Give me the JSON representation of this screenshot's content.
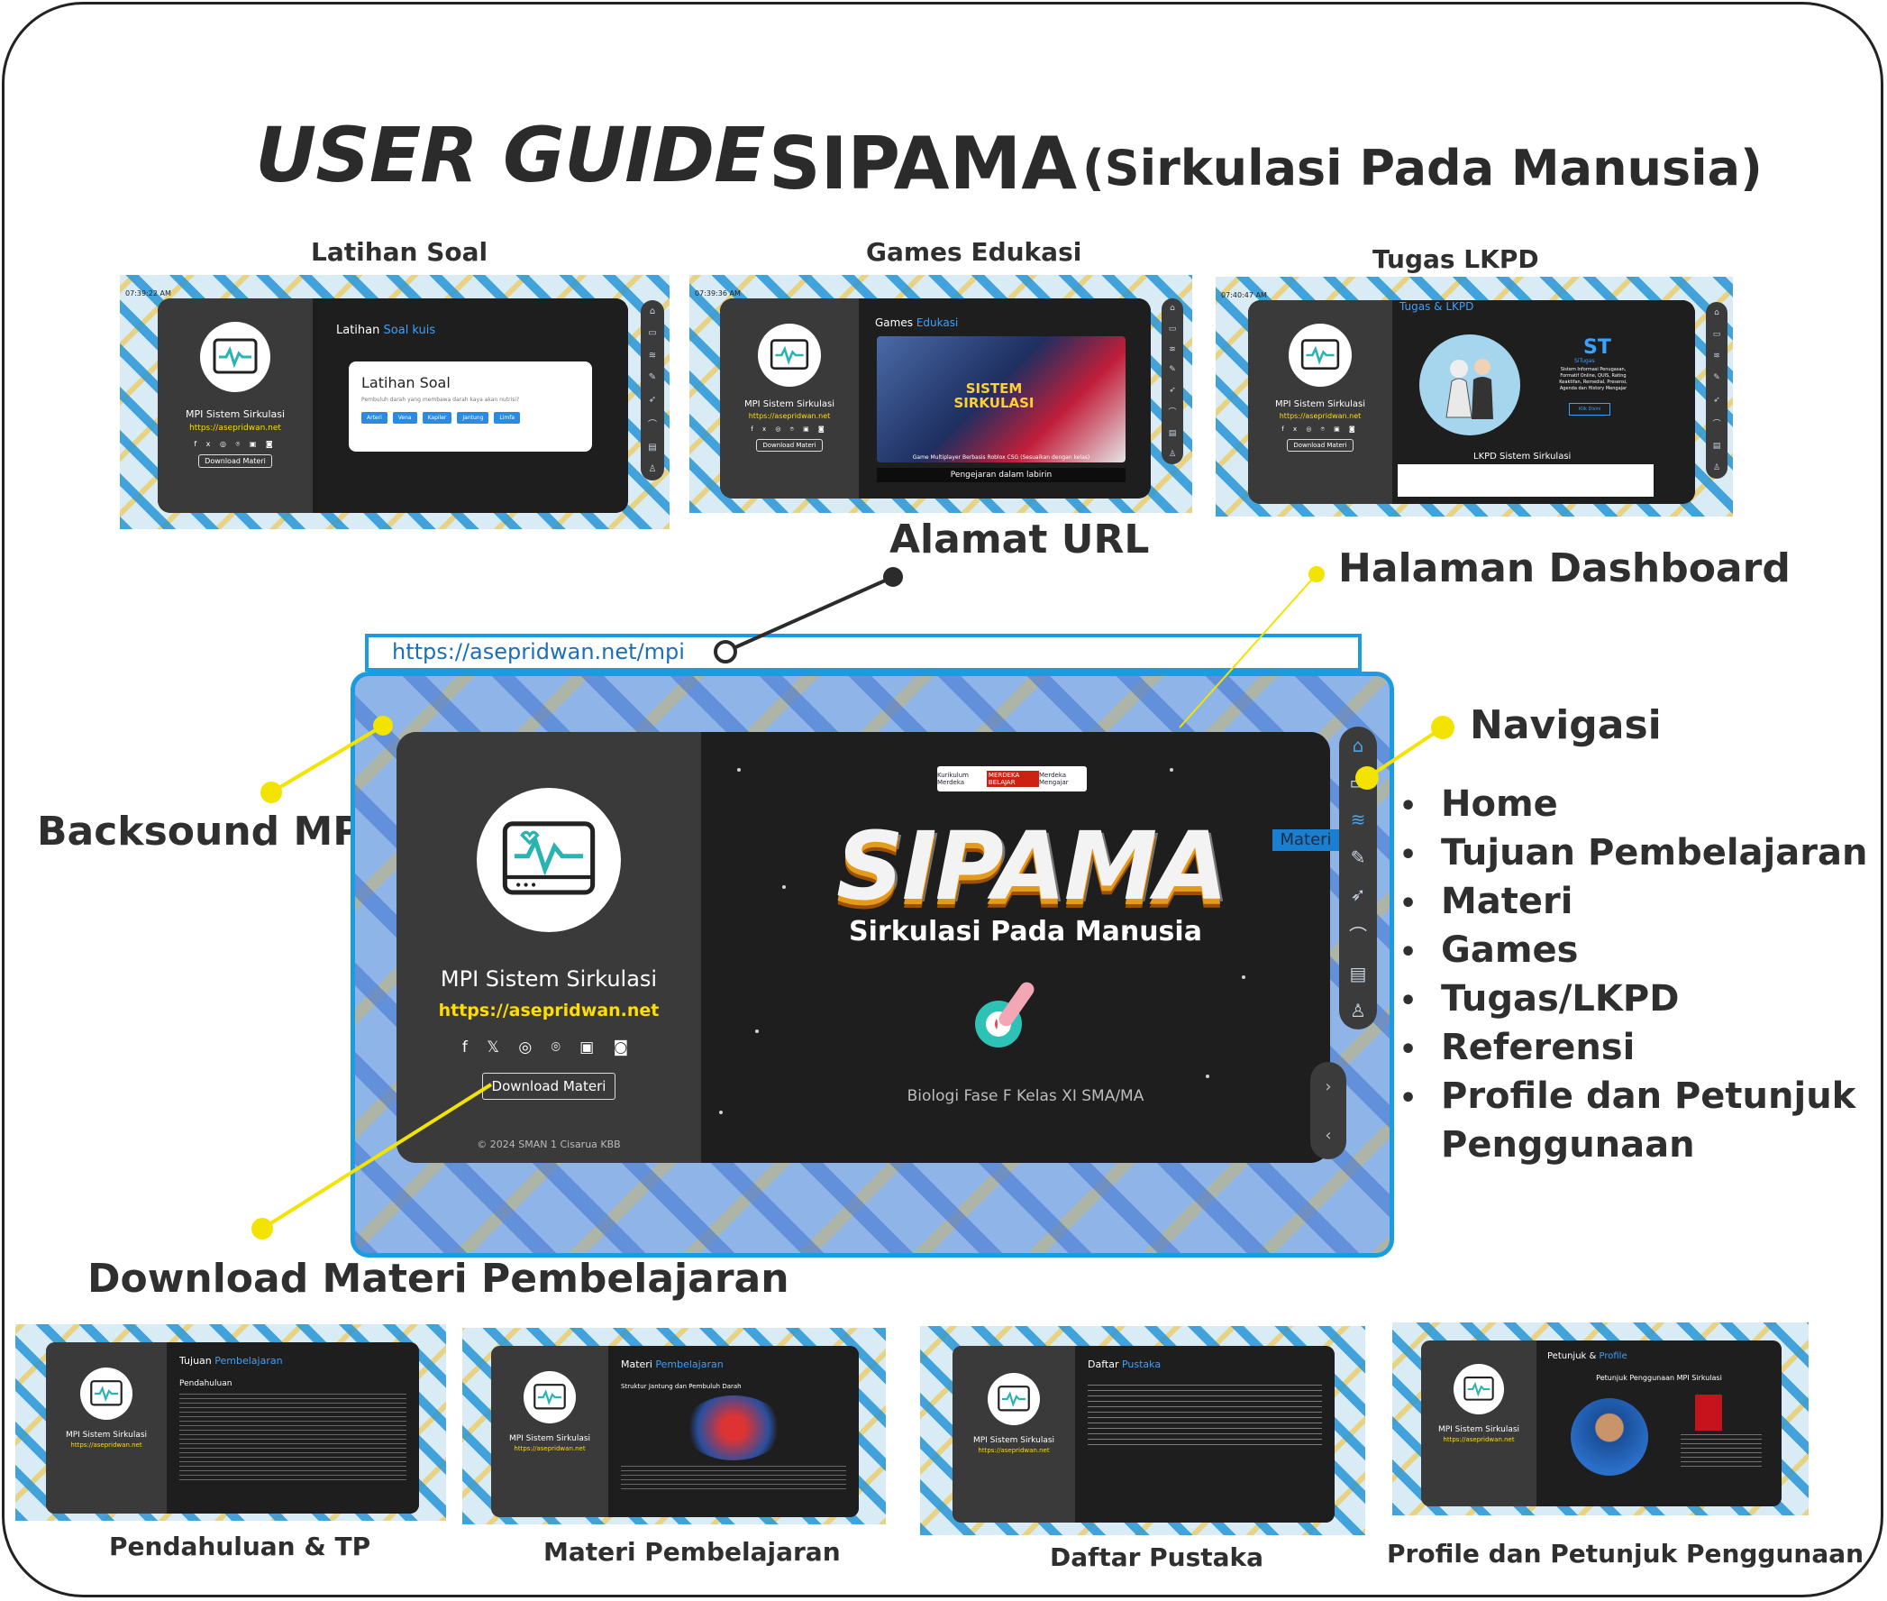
{
  "title": {
    "part1": "USER GUIDE",
    "part2": "SIPAMA",
    "part3": "(Sirkulasi Pada Manusia)"
  },
  "colors": {
    "accent": "#ffdd00",
    "frame_blue": "#1b9be0",
    "dark": "#1e1e1e",
    "pointer_yellow": "#f2e300"
  },
  "top_screens": [
    {
      "caption": "Latihan Soal",
      "time": "07:39:22 AM",
      "heading": "Latihan",
      "heading_hl": "Soal kuis",
      "card_title": "Latihan Soal",
      "card_text": "Pembuluh darah yang membawa darah kaya akan nutrisi?",
      "options": [
        "Arteri",
        "Vena",
        "Kapiler",
        "Jantung",
        "Limfa"
      ]
    },
    {
      "caption": "Games Edukasi",
      "time": "07:39:36 AM",
      "heading": "Games",
      "heading_hl": "Edukasi",
      "game_title": "SISTEM SIRKULASI",
      "game_text": "Game Multiplayer Berbasis Roblox CSG (Sesuaikan dengan kelas)",
      "game_bar": "Pengejaran dalam labirin"
    },
    {
      "caption": "Tugas LKPD",
      "time": "07:40:47 AM",
      "heading": "Tugas & LKPD",
      "brand": "SiTugas",
      "desc": "Sistem Informasi Penugasan, Formatif Online, QUIS, Rating Keaktifan, Remedial, Presensi, Agenda dan History Mengajar",
      "btn": "Klik Disini",
      "caption2": "LKPD Sistem Sirkulasi"
    }
  ],
  "annotations": {
    "url_label": "Alamat URL",
    "url": "https://asepridwan.net/mpi",
    "dashboard": "Halaman Dashboard",
    "backsound": "Backsound MPI",
    "download": "Download Materi Pembelajaran",
    "nav_title": "Navigasi"
  },
  "nav_items": [
    "Home",
    "Tujuan Pembelajaran",
    "Materi",
    "Games",
    "Tugas/LKPD",
    "Referensi",
    "Profile dan Petunjuk",
    "Penggunaan"
  ],
  "dashboard": {
    "app_name": "MPI Sistem Sirkulasi",
    "site": "https://asepridwan.net",
    "download_btn": "Download Materi",
    "copyright": "© 2024 SMAN 1 Cisarua KBB",
    "badge": [
      "Kurikulum Merdeka",
      "MERDEKA BELAJAR",
      "Merdeka Mengajar"
    ],
    "logo_text": "SIPAMA",
    "subtitle": "Sirkulasi Pada Manusia",
    "footer": "Biologi Fase F Kelas XI SMA/MA",
    "tooltip": "Materi"
  },
  "bottom_screens": [
    {
      "caption": "Pendahuluan & TP",
      "heading": "Tujuan",
      "heading_hl": "Pembelajaran",
      "sub": "Pendahuluan"
    },
    {
      "caption": "Materi Pembelajaran",
      "heading": "Materi",
      "heading_hl": "Pembelajaran",
      "sub": "Struktur Jantung dan Pembuluh Darah"
    },
    {
      "caption": "Daftar Pustaka",
      "heading": "Daftar",
      "heading_hl": "Pustaka"
    },
    {
      "caption": "Profile dan Petunjuk Penggunaan",
      "heading": "Petunjuk &",
      "heading_hl": "Profile",
      "sub": "Petunjuk Penggunaan MPI Sirkulasi"
    }
  ]
}
